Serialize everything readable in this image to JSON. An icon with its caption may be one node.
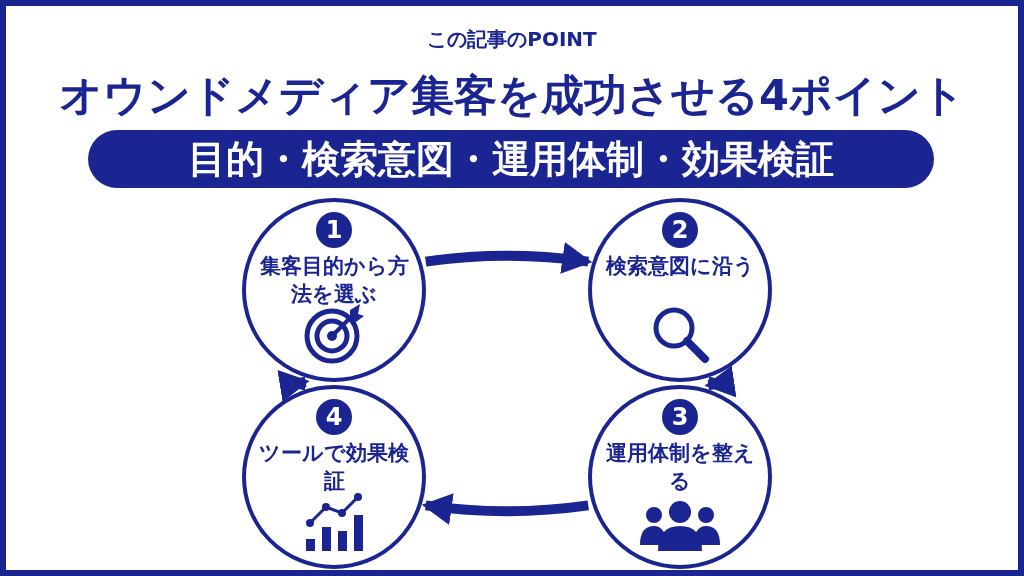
{
  "diagram": {
    "title": "オウンドメディア集客を成功させる4ポイント",
    "nodes": [
      {
        "text": [
          "目的・検索意図・運用体制・効果検証"
        ]
      },
      {
        "text": [
          "1",
          "集客目的から方法を選ぶ"
        ]
      },
      {
        "text": [
          "2",
          "検索意図に沿う"
        ]
      },
      {
        "text": [
          "3",
          "運用体制を整える"
        ]
      },
      {
        "text": [
          "4",
          "ツールで効果検証"
        ]
      }
    ],
    "edges": [
      {
        "from": 1,
        "to": 2,
        "arrow": "to"
      },
      {
        "from": 2,
        "to": 3,
        "arrow": "to"
      },
      {
        "from": 3,
        "to": 4,
        "arrow": "to"
      },
      {
        "from": 4,
        "to": 1,
        "arrow": "to"
      }
    ],
    "labels": [
      "この記事のPOINT"
    ]
  }
}
